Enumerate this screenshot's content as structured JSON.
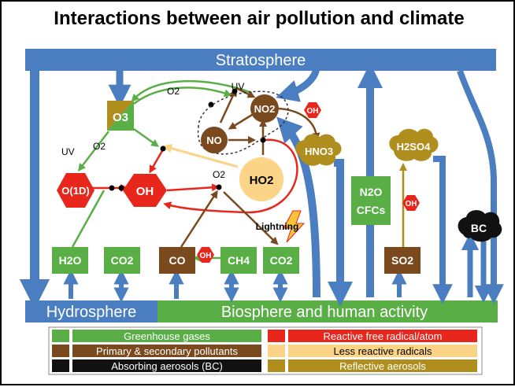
{
  "title": "Interactions between air pollution and climate",
  "bands": {
    "stratosphere": "Stratosphere",
    "hydrosphere": "Hydrosphere",
    "biosphere": "Biosphere and human activity"
  },
  "species": {
    "o3": "O3",
    "o1d": "O(1D)",
    "oh": "OH",
    "no": "NO",
    "no2": "NO2",
    "ho2": "HO2",
    "hno3": "HNO3",
    "h2so4": "H2SO4",
    "n2o_cfcs": [
      "N2O",
      "CFCs"
    ],
    "h2o": "H2O",
    "co2": "CO2",
    "co": "CO",
    "ch4": "CH4",
    "so2": "SO2",
    "bc": "BC",
    "oh_badge": "OH"
  },
  "labels": {
    "uv": "UV",
    "o2": "O2",
    "lightning": "Lightning"
  },
  "legend": [
    {
      "label": "Greenhouse gases",
      "color": "#5aae46"
    },
    {
      "label": "Primary & secondary pollutants",
      "color": "#7a4a1e"
    },
    {
      "label": "Absorbing aerosols (BC)",
      "color": "#111111"
    },
    {
      "label": "Reactive free radical/atom",
      "color": "#e8261c"
    },
    {
      "label": "Less reactive radicals",
      "color": "#fbd487"
    },
    {
      "label": "Reflective aerosols",
      "color": "#b08e1e"
    }
  ],
  "colors": {
    "blue": "#4a7ec0",
    "green": "#5aae46",
    "brown": "#7a4a1e",
    "red": "#e8261c",
    "peach": "#fbd487",
    "gold": "#b08e1e",
    "black": "#111111"
  }
}
